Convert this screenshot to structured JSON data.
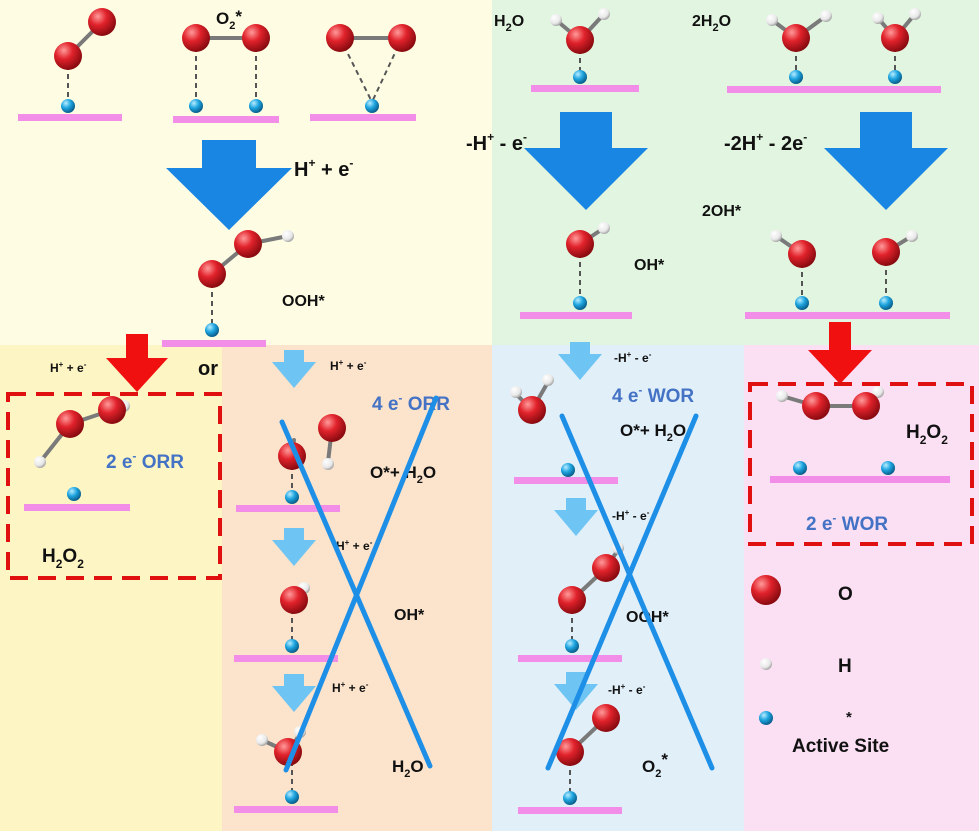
{
  "colors": {
    "orr_top_bg": "#fefde3",
    "wor_top_bg": "#e2f5e0",
    "orr2_bg": "#fdf5c4",
    "orr4_bg": "#fbe3cc",
    "wor4_bg": "#e1eff9",
    "wor2_bg": "#fbe0f4",
    "surface": "#f28de8",
    "oxygen": "#e1222b",
    "hydrogen": "#f2f2f2",
    "site": "#1ea5e0",
    "big_arrow": "#1a86e3",
    "small_arrow": "#6ec5f4",
    "red_arrow": "#f01010",
    "box_dash": "#e01010",
    "cross": "#1e8fe6",
    "blue_text": "#4472c4"
  },
  "labels": {
    "o2_star": {
      "main": "O",
      "sub": "2",
      "tail": "*"
    },
    "h2o_top": {
      "a": "H",
      "sub": "2",
      "b": "O"
    },
    "two_h2o": {
      "a": "2H",
      "sub": "2",
      "b": "O"
    },
    "h_plus_e": {
      "a": "H",
      "sup1": "+",
      "b": " + e",
      "sup2": "-"
    },
    "minus_h_e": {
      "a": "-H",
      "sup1": "+",
      "b": " - e",
      "sup2": "-"
    },
    "minus_2h_2e": {
      "a": "-2H",
      "sup1": "+",
      "b": " - 2e",
      "sup2": "-"
    },
    "ooh_star": "OOH*",
    "oh_star": "OH*",
    "two_oh_star": "2OH*",
    "or_text": "or",
    "orr2": {
      "a": "2 e",
      "sup": "-",
      "b": " ORR"
    },
    "orr4": {
      "a": "4 e",
      "sup": "-",
      "b": " ORR"
    },
    "wor4": {
      "a": "4 e",
      "sup": "-",
      "b": " WOR"
    },
    "wor2": {
      "a": "2 e",
      "sup": "-",
      "b": " WOR"
    },
    "h2o2": {
      "a": "H",
      "sub1": "2",
      "b": "O",
      "sub2": "2"
    },
    "o_star_h2o": {
      "a": "O*+ H",
      "sub": "2",
      "b": "O"
    },
    "h2o_plain": {
      "a": "H",
      "sub": "2",
      "b": "O"
    },
    "o2_star_bottom": {
      "a": "O",
      "sub": "2",
      "b": "*"
    },
    "legend": {
      "o": "O",
      "h": "H",
      "star": "*",
      "site": "Active Site"
    }
  }
}
